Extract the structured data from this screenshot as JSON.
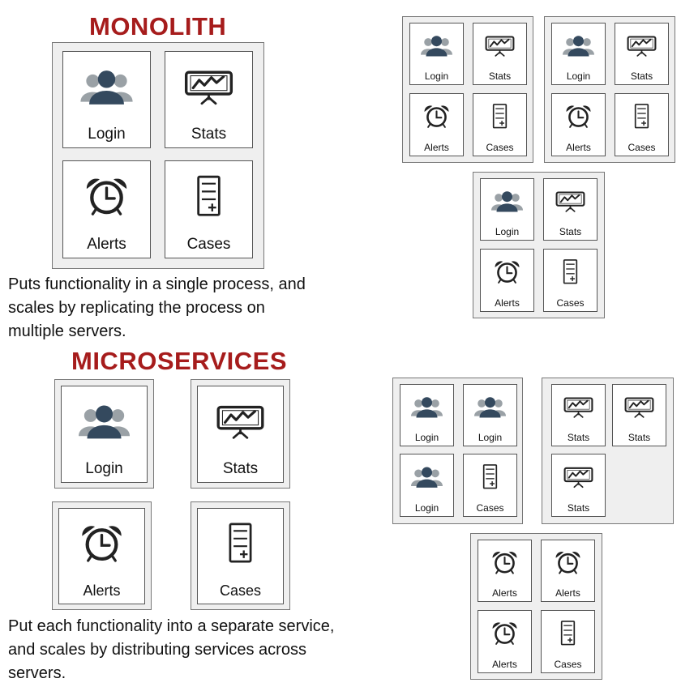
{
  "monolith": {
    "title": "MONOLITH",
    "description_lines": [
      "Puts functionality in a single process, and",
      "scales by replicating the process on",
      "multiple servers."
    ]
  },
  "microservices": {
    "title": "MICROSERVICES",
    "description_lines": [
      "Put each functionality into a separate service,",
      "and scales by distributing services across",
      "servers."
    ]
  },
  "labels": {
    "login": "Login",
    "stats": "Stats",
    "alerts": "Alerts",
    "cases": "Cases"
  },
  "icons": {
    "login": "user-group-icon",
    "stats": "presentation-chart-icon",
    "alerts": "alarm-clock-icon",
    "cases": "document-plus-icon"
  },
  "colors": {
    "heading": "#a61c1c",
    "user_front": "#34495e",
    "user_back": "#9aa1a6",
    "icon_stroke": "#222222",
    "panel_fill": "#efefef"
  }
}
